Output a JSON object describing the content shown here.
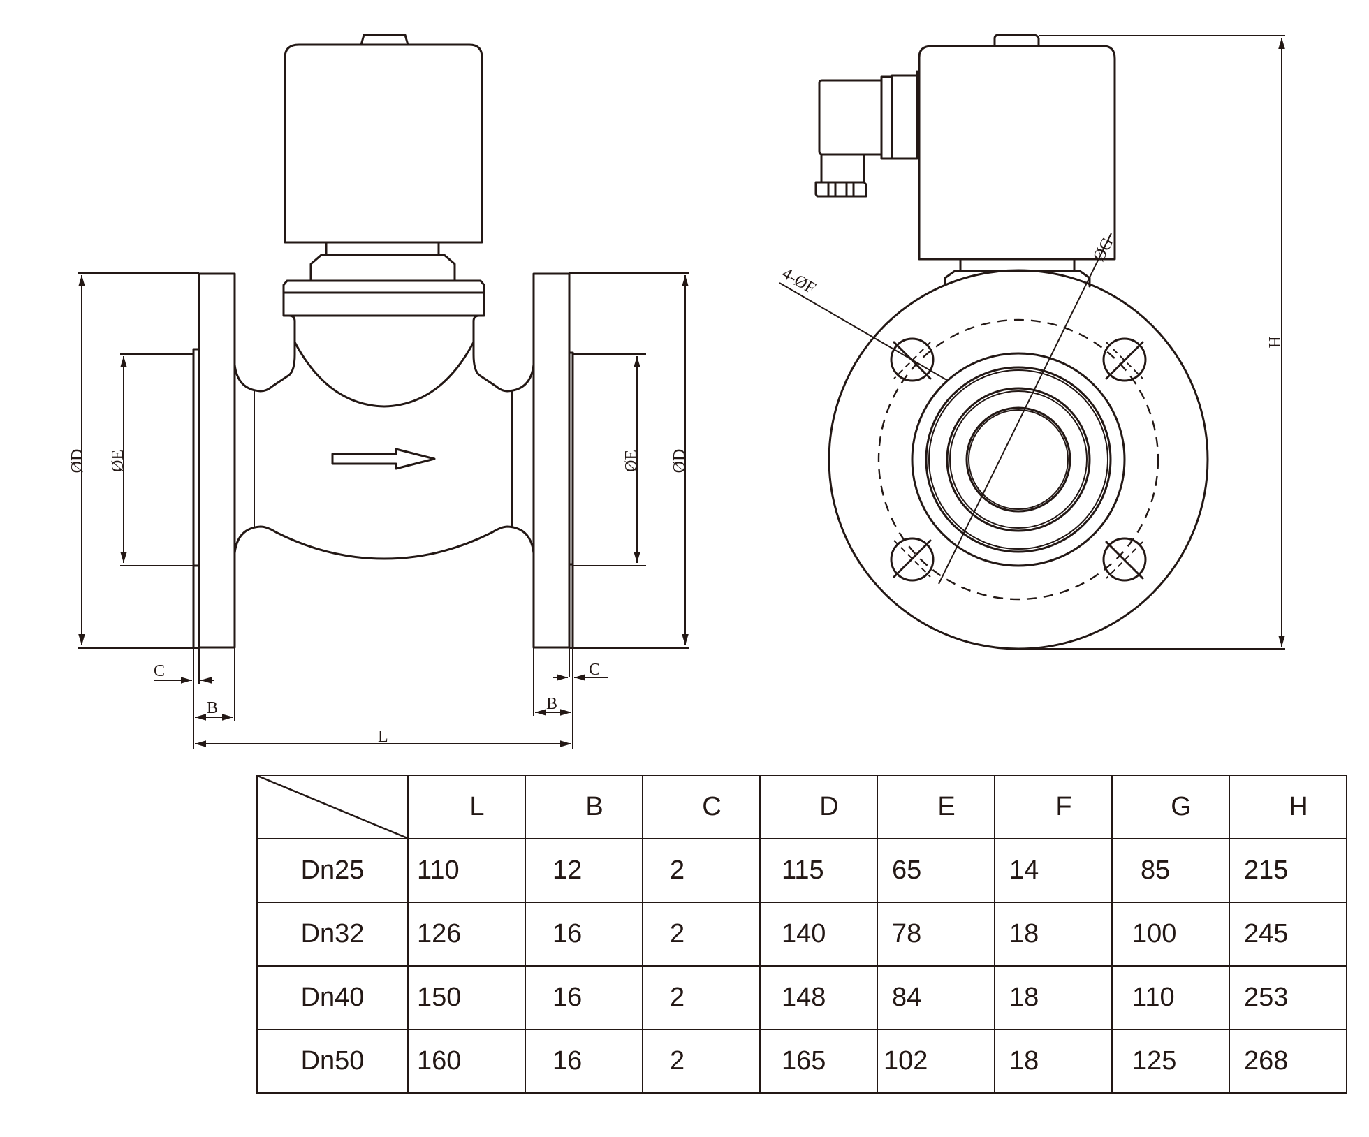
{
  "drawing": {
    "title": "Flanged solenoid valve dimension drawing",
    "front_view": {
      "labels": {
        "flange_diameter_left": "ØD",
        "bore_diameter_left": "ØE",
        "bore_diameter_right": "ØE",
        "flange_diameter_right": "ØD",
        "gasket_left": "C",
        "gasket_right": "C",
        "flange_thickness_left": "B",
        "flange_thickness_right": "B",
        "face_to_face_length": "L"
      },
      "flow_direction": "left-to-right"
    },
    "side_view": {
      "labels": {
        "bolt_holes": "4-ØF",
        "bolt_circle": "ØG",
        "overall_height": "H"
      },
      "bolt_hole_count": 4
    }
  },
  "table": {
    "columns": [
      "L",
      "B",
      "C",
      "D",
      "E",
      "F",
      "G",
      "H"
    ],
    "rows": [
      {
        "size": "Dn25",
        "values": [
          "110",
          "12",
          "2",
          "115",
          "65",
          "14",
          "85",
          "215"
        ]
      },
      {
        "size": "Dn32",
        "values": [
          "126",
          "16",
          "2",
          "140",
          "78",
          "18",
          "100",
          "245"
        ]
      },
      {
        "size": "Dn40",
        "values": [
          "150",
          "16",
          "2",
          "148",
          "84",
          "18",
          "110",
          "253"
        ]
      },
      {
        "size": "Dn50",
        "values": [
          "160",
          "16",
          "2",
          "165",
          "102",
          "18",
          "125",
          "268"
        ]
      }
    ]
  }
}
